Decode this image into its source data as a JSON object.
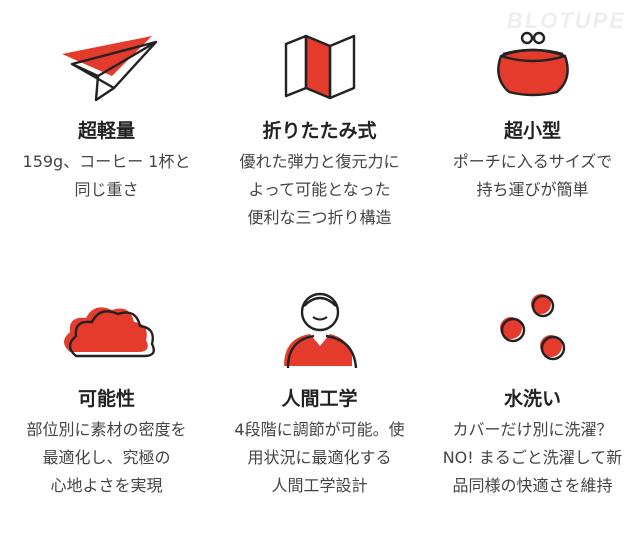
{
  "brand": {
    "watermark": "BLOTUPE"
  },
  "colors": {
    "accent": "#e53b2c",
    "stroke": "#222222"
  },
  "features": [
    {
      "icon": "paper-plane-icon",
      "title": "超軽量",
      "lines": [
        "159g、コーヒー 1杯と",
        "同じ重さ"
      ]
    },
    {
      "icon": "folding-map-icon",
      "title": "折りたたみ式",
      "lines": [
        "優れた弾力と復元力に",
        "よって可能となった",
        "便利な三つ折り構造"
      ]
    },
    {
      "icon": "coin-purse-icon",
      "title": "超小型",
      "lines": [
        "ポーチに入るサイズで",
        "持ち運びが簡単"
      ]
    },
    {
      "icon": "cloud-icon",
      "title": "可能性",
      "lines": [
        "部位別に素材の密度を",
        "最適化し、究極の",
        "心地よさを実現"
      ]
    },
    {
      "icon": "person-icon",
      "title": "人間工学",
      "lines": [
        "4段階に調節が可能。使",
        "用状況に最適化する",
        "人間工学設計"
      ]
    },
    {
      "icon": "water-drops-icon",
      "title": "水洗い",
      "lines": [
        "カバーだけ別に洗濯？",
        "NO! まるごと洗濯して新",
        "品同様の快適さを維持"
      ]
    }
  ]
}
